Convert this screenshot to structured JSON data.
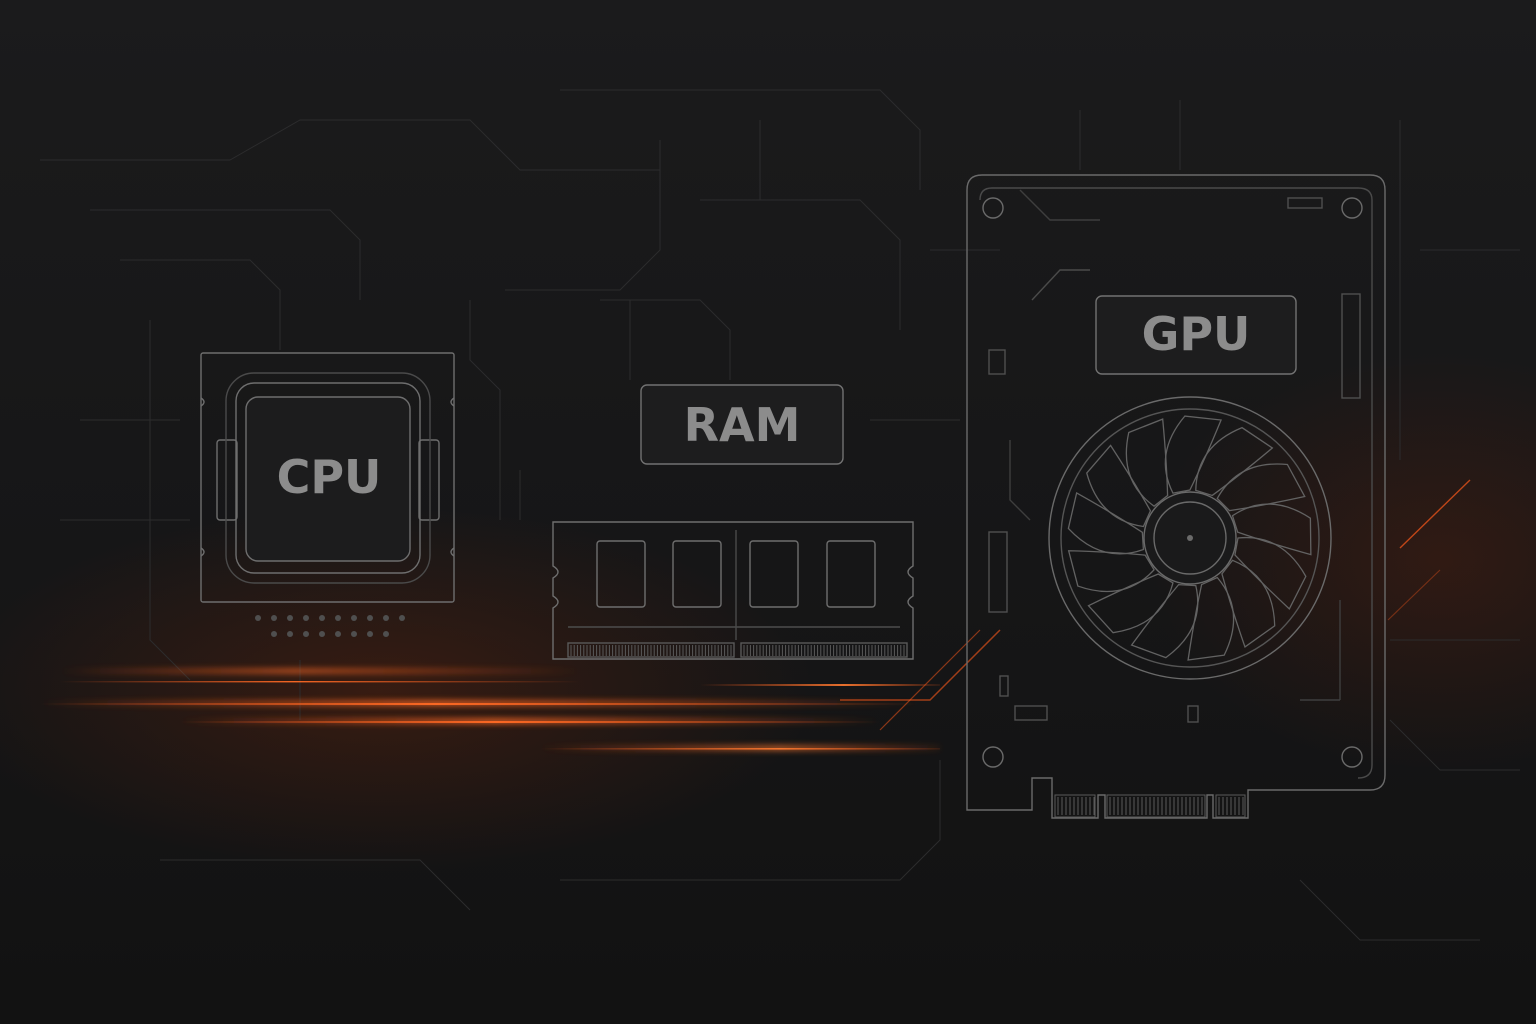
{
  "labels": {
    "cpu": "CPU",
    "ram": "RAM",
    "gpu": "GPU"
  },
  "icons": {
    "cpu": "cpu-chip-icon",
    "ram": "ram-module-icon",
    "gpu": "graphics-card-icon"
  },
  "colors": {
    "background": "#161617",
    "outline": "#6e6e6e",
    "label": "#8c8c8c",
    "glow": "#ff5a1a"
  }
}
